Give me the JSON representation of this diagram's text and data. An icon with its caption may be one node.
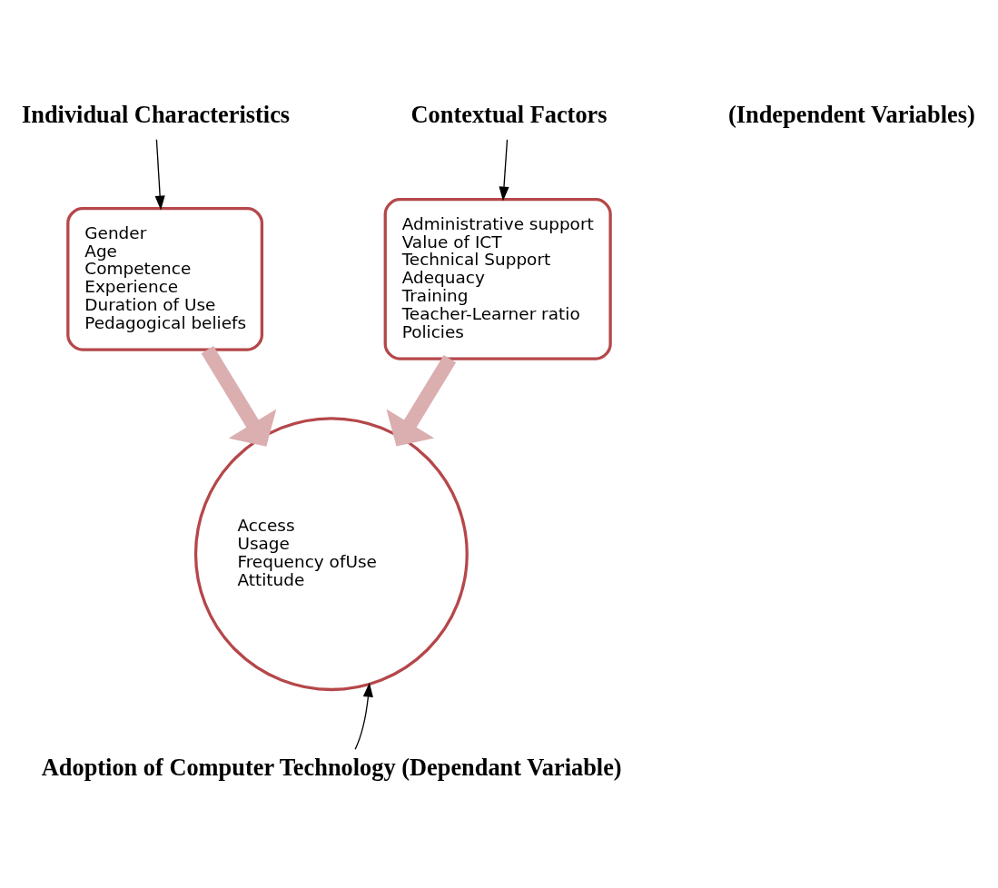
{
  "diagram": {
    "nodes": [
      {
        "text": [
          "Individual Characteristics"
        ]
      },
      {
        "text": [
          "Contextual Factors"
        ]
      },
      {
        "text": [
          "Gender",
          "Age",
          "Competence",
          "Experience",
          "Duration of Use",
          "Pedagogical beliefs"
        ]
      },
      {
        "text": [
          "Administrative support",
          "Value of ICT",
          "Technical Support",
          "Adequacy",
          "Training",
          "Teacher-Learner ratio",
          "Policies"
        ]
      },
      {
        "text": [
          "Access",
          "Usage",
          "Frequency ofUse",
          "Attitude"
        ]
      },
      {
        "text": [
          "Adoption of Computer Technology (Dependant Variable)"
        ]
      }
    ],
    "edges": [
      {
        "from": 0,
        "to": 2,
        "arrow": "to"
      },
      {
        "from": 1,
        "to": 3,
        "arrow": "to"
      },
      {
        "from": 2,
        "to": 4,
        "arrow": "to",
        "style": "thick",
        "color": "#dbaeb0"
      },
      {
        "from": 3,
        "to": 4,
        "arrow": "to",
        "style": "thick",
        "color": "#dbaeb0"
      },
      {
        "from": 5,
        "to": 4,
        "arrow": "to"
      }
    ],
    "labels": [
      "(Independent Variables)"
    ]
  }
}
